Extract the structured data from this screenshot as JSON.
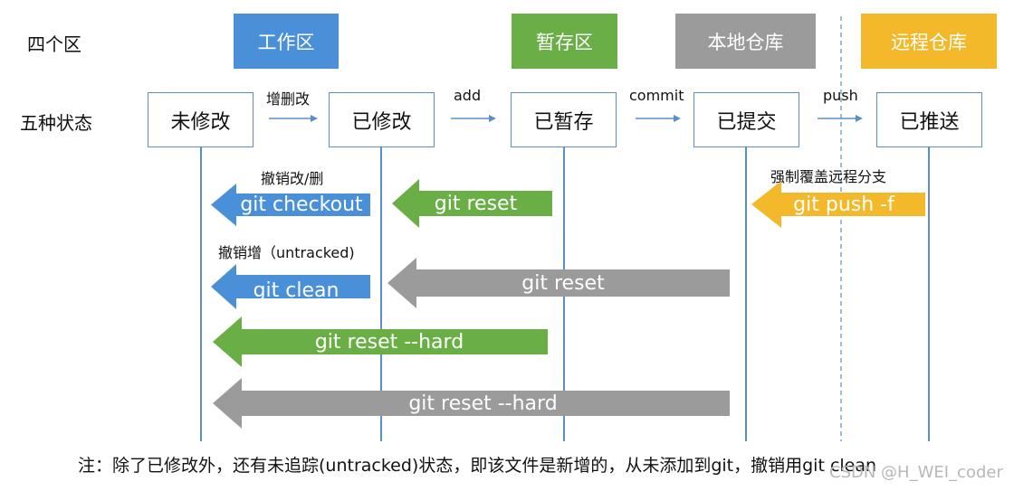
{
  "labels": {
    "areas_row": "四个区",
    "states_row": "五种状态"
  },
  "areas": [
    {
      "label": "工作区",
      "color": "#4a90d9"
    },
    {
      "label": "暂存区",
      "color": "#6aaf45"
    },
    {
      "label": "本地仓库",
      "color": "#9b9b9b"
    },
    {
      "label": "远程仓库",
      "color": "#f4b92a"
    }
  ],
  "states": [
    "未修改",
    "已修改",
    "已暂存",
    "已提交",
    "已推送"
  ],
  "transitions": [
    "增删改",
    "add",
    "commit",
    "push"
  ],
  "ops": {
    "undo_modify_caption": "撤销改/删",
    "checkout": "git checkout",
    "reset_from_staged": "git reset",
    "force_push_caption": "强制覆盖远程分支",
    "push_force": "git push -f",
    "undo_add_caption": "撤销增（untracked)",
    "clean": "git clean",
    "reset_from_commit": "git reset",
    "hard_from_staged": "git reset --hard",
    "hard_from_commit": "git reset --hard"
  },
  "note": "注：除了已修改外，还有未追踪(untracked)状态，即该文件是新增的，从未添加到git，撤销用git clean",
  "watermark": "CSDN @H_WEI_coder",
  "colors": {
    "blue": "#4a90d9",
    "green": "#6aaf45",
    "gray": "#9b9b9b",
    "yellow": "#f4b92a",
    "line": "#5b8fc9"
  }
}
